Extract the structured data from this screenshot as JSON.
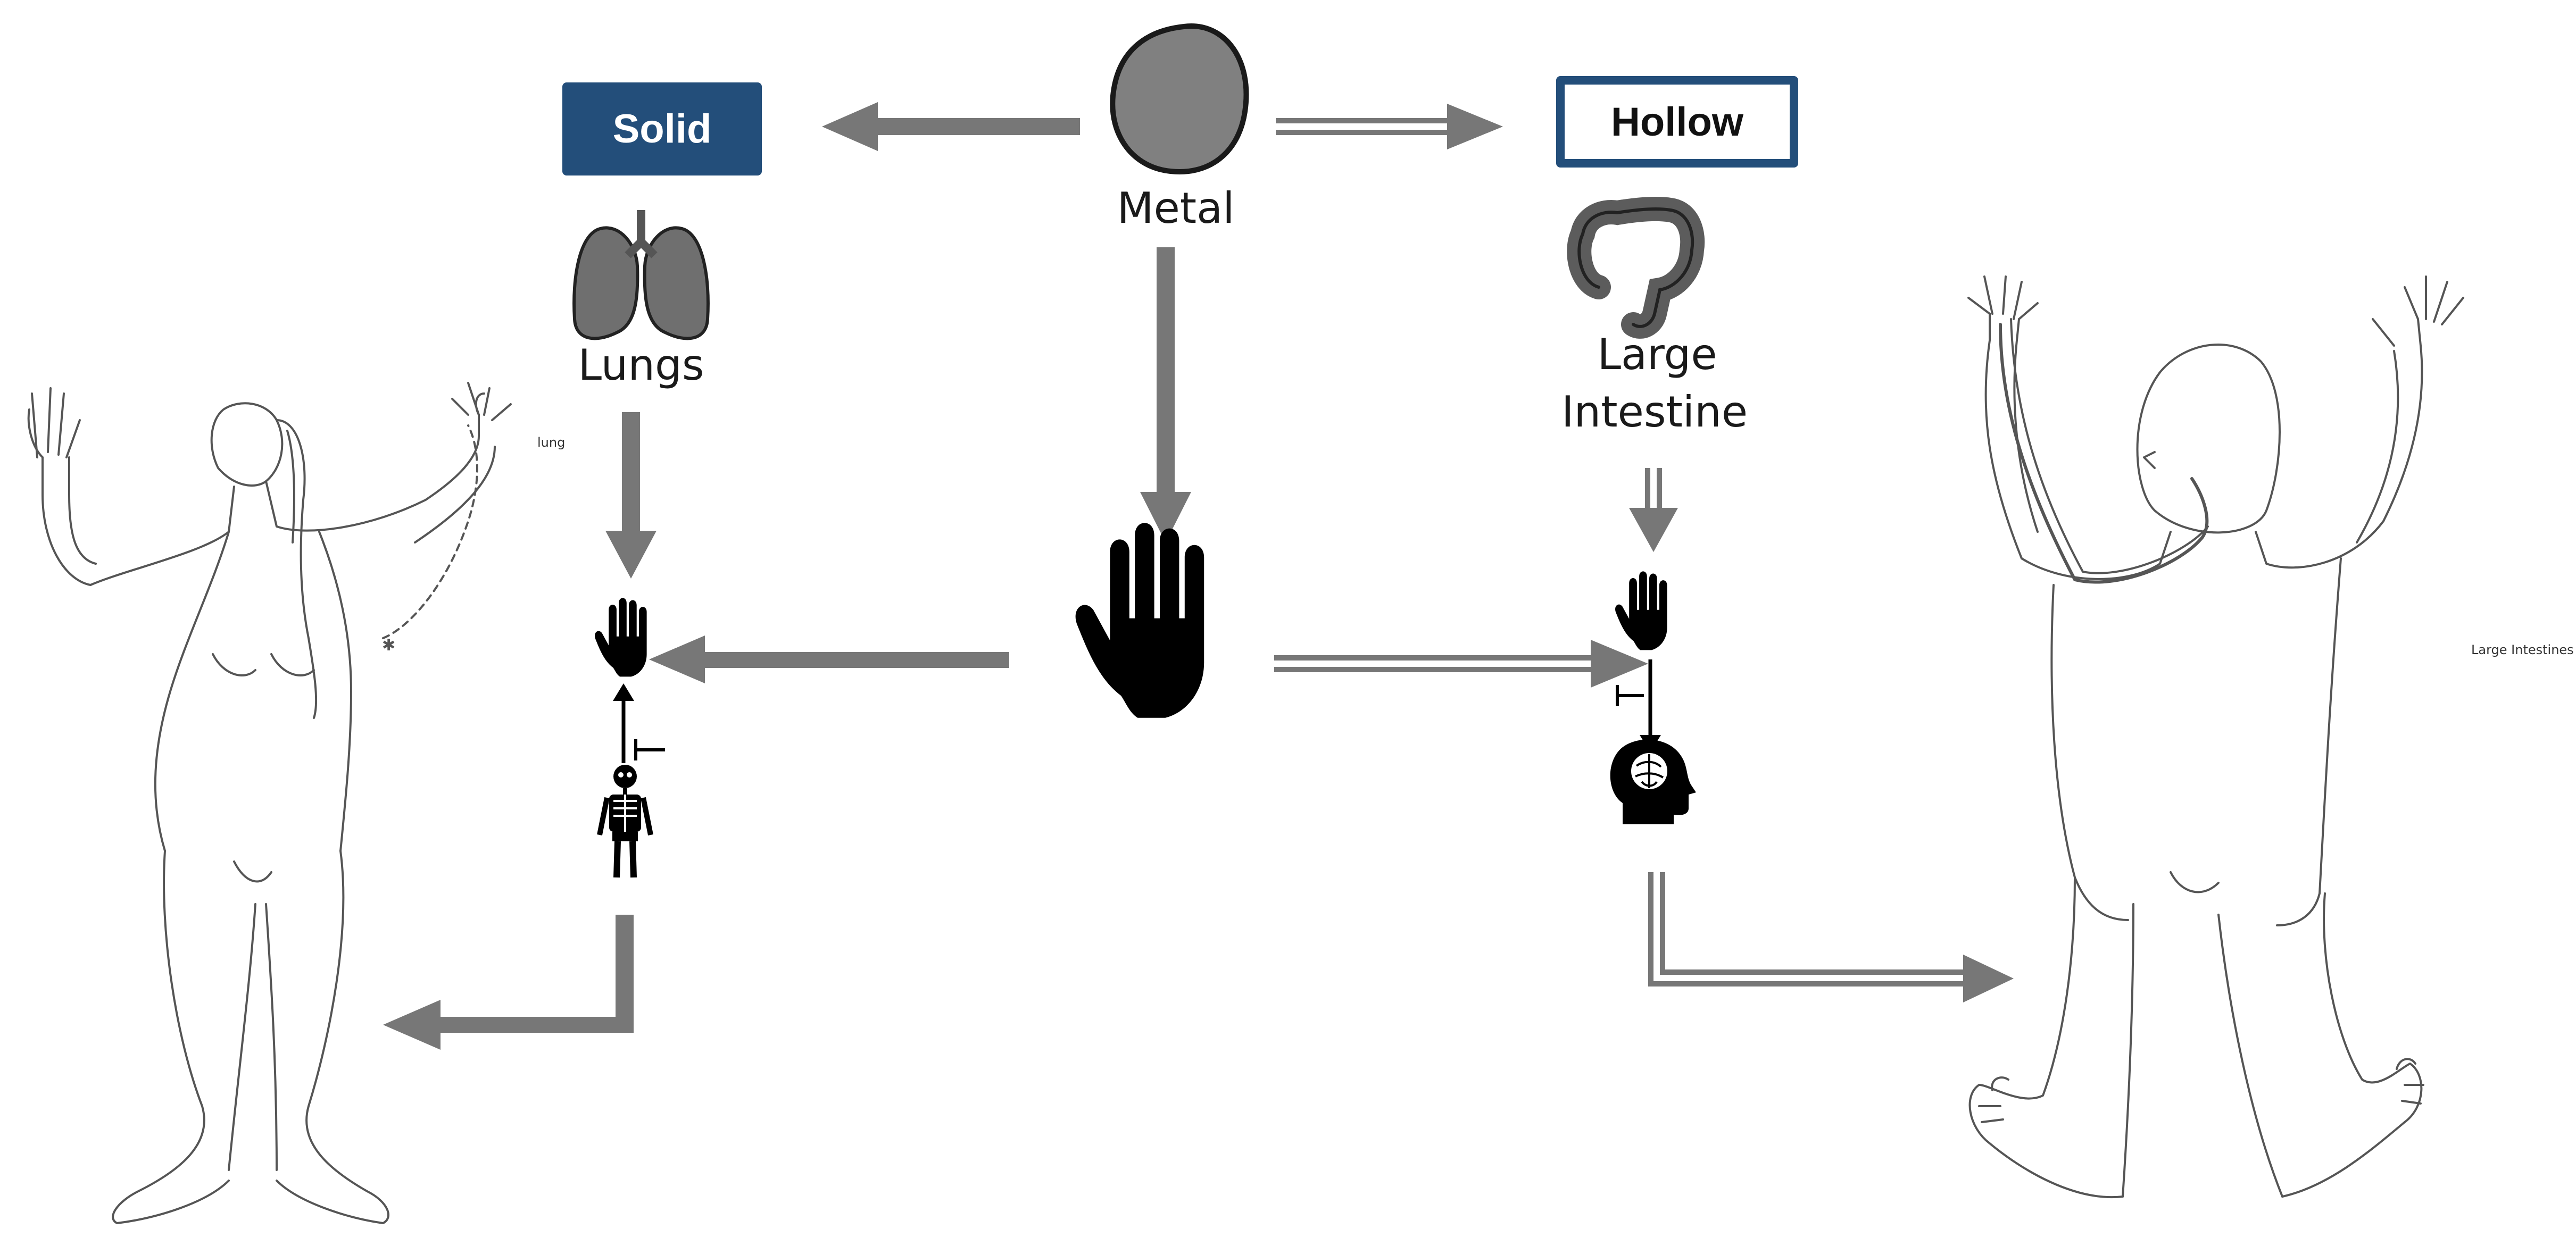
{
  "center": {
    "element_label": "Metal"
  },
  "solid": {
    "box_label": "Solid",
    "organ_label": "Lungs"
  },
  "hollow": {
    "box_label": "Hollow",
    "organ_label_line1": "Large",
    "organ_label_line2": "Intestine"
  },
  "figures": {
    "left_caption": "lung",
    "right_caption": "Large Intestines"
  },
  "colors": {
    "arrow": "#777777",
    "box_blue": "#234e7a",
    "organ": "#6f6f6f",
    "outline": "#555555"
  },
  "icons": [
    "stone-icon",
    "hand-icon",
    "skeleton-icon",
    "head-brain-icon",
    "lungs-icon",
    "large-intestine-icon"
  ]
}
